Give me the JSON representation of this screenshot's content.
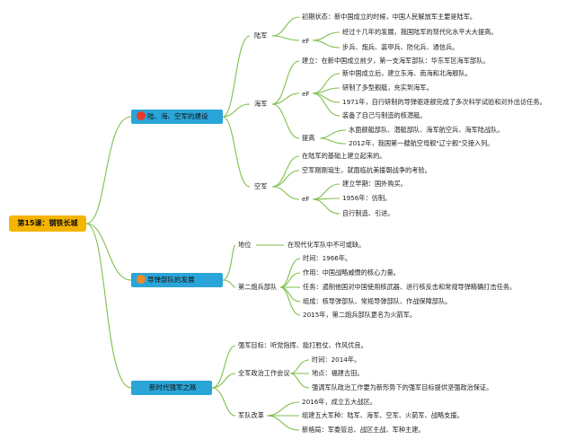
{
  "colors": {
    "root": "#f5b400",
    "main": "#2aa5d8",
    "line": "#7fbf4d",
    "badge_red": "#e63b2e",
    "badge_orange": "#f08a24"
  },
  "root": "第15课：钢铁长城",
  "b1": {
    "title": "陆、海、空军的建设",
    "army": {
      "label": "陆军",
      "l1": "初期状态：新中国成立的时候，中国人民解放军主要是陆军。",
      "ef": "eF",
      "e1": "经过十几年的发展，我国陆军的现代化水平大大提高。",
      "e2": "步兵、炮兵、装甲兵、防化兵、通信兵。"
    },
    "navy": {
      "label": "海军",
      "build": "建立：在新中国成立前夕，第一支海军部队：华东军区海军部队。",
      "ef": "eF",
      "e1": "新中国成立后，建立东海、南海和北海舰队。",
      "e2": "研制了多型舰艇，充实到海军。",
      "e3": "1971年，自行研制的导弹驱逐舰完成了多次科学试验和对外出访任务。",
      "e4": "装备了自己与制造的核潜艇。",
      "up": "提高",
      "u1": "水面舰艇部队、潜艇部队、海军航空兵、海军陆战队。",
      "u2": "2012年，我国第一艘航空母舰\"辽宁舰\"交接入列。"
    },
    "air": {
      "label": "空军",
      "l1": "在陆军的基础上建立起来的。",
      "l2": "空军刚刚诞生，就面临抗美援朝战争的考验。",
      "ef": "eF",
      "e1": "建立早期：国外购买。",
      "e2": "1956年：仿制。",
      "e3": "自行制造、引进。"
    }
  },
  "b2": {
    "title": "导弹部队的发展",
    "pos": "地位",
    "pos_text": "在现代化军队中不可或缺。",
    "art": "第二炮兵部队",
    "a1": "时间：1966年。",
    "a2": "作用：中国战略威慑的核心力量。",
    "a3": "任务：遏制他国对中国使用核武器、进行核反击和常规导弹精确打击任务。",
    "a4": "组成：核导弹部队、常规导弹部队、作战保障部队。",
    "a5": "2015年，第二炮兵部队更名为火箭军。"
  },
  "b3": {
    "title": "新时代强军之路",
    "goal": "强军目标：听党指挥、能打胜仗、作风优良。",
    "meet": "全军政治工作会议",
    "m1": "时间：2014年。",
    "m2": "地点：福建古田。",
    "m3": "强调军队政治工作要为新形势下的强军目标提供坚强政治保证。",
    "ref": "军队改革",
    "r1": "2016年，成立五大战区。",
    "r2": "组建五大军种：陆军、海军、空军、火箭军、战略支援。",
    "r3": "新格局：军委管总、战区主战、军种主建。"
  }
}
